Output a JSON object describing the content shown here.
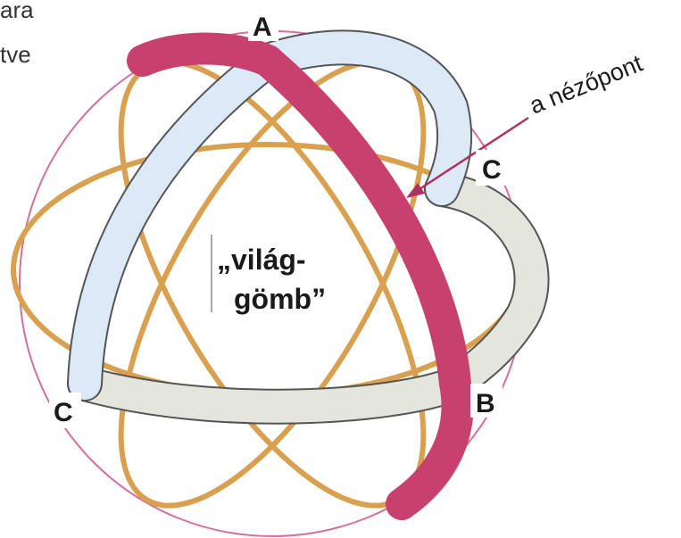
{
  "labels": {
    "point_a": "A",
    "point_b": "B",
    "point_c_right": "C",
    "point_c_left": "C",
    "center_line1": "„világ-",
    "center_line2": "gömb”",
    "viewpoint": "a nézőpont",
    "cut_text_1": "ara",
    "cut_text_2": "tve"
  },
  "colors": {
    "sphere_outline": "#d4709a",
    "orange_ring": "#d9a04f",
    "red_band": "#c8416e",
    "blue_band": "#dceaf8",
    "grey_band": "#e4e5dc",
    "band_edge": "#555555",
    "arrow": "#b03060"
  }
}
